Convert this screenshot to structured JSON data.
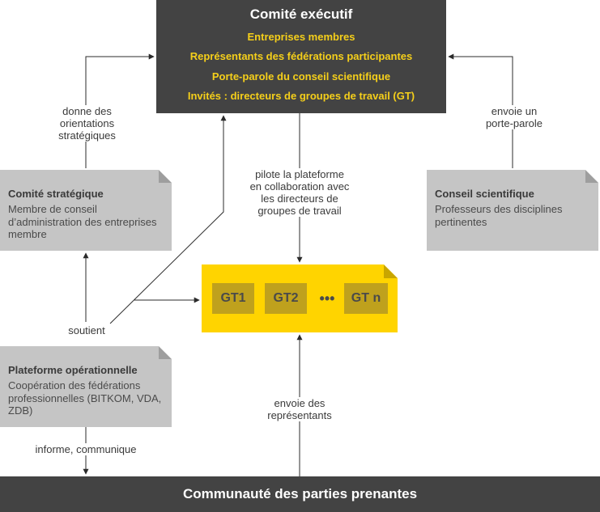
{
  "executive": {
    "title": "Comité exécutif",
    "lines": [
      "Entreprises membres",
      "Représentants des fédérations participantes",
      "Porte-parole du conseil scientifique",
      "Invités : directeurs de groupes de travail (GT)"
    ]
  },
  "strategic": {
    "title": "Comité stratégique",
    "text": "Membre de conseil d’administration des entreprises membre"
  },
  "scientific": {
    "title": "Conseil scientifique",
    "text": "Professeurs des disciplines pertinentes"
  },
  "platform": {
    "title": "Plateforme opérationnelle",
    "text": "Coopération des fédérations professionnelles (BITKOM, VDA, ZDB)"
  },
  "working_groups": {
    "items": [
      "GT1",
      "GT2",
      "GT n"
    ],
    "ellipsis": "•••"
  },
  "community": {
    "title": "Communauté des parties prenantes"
  },
  "labels": {
    "strategic_to_exec": "donne des\norientations\nstratégiques",
    "scientific_to_exec": "envoie un\nporte-parole",
    "exec_to_wg": "pilote la plateforme\nen collaboration avec\nles directeurs de\ngroupes de travail",
    "supports": "soutient",
    "community_to_wg": "envoie des\nreprésentants",
    "platform_to_community": "informe, communique"
  },
  "colors": {
    "dark": "#434343",
    "accent_yellow": "#f5cf1a",
    "wg_yellow": "#ffd400",
    "card_grey": "#c5c5c5"
  }
}
